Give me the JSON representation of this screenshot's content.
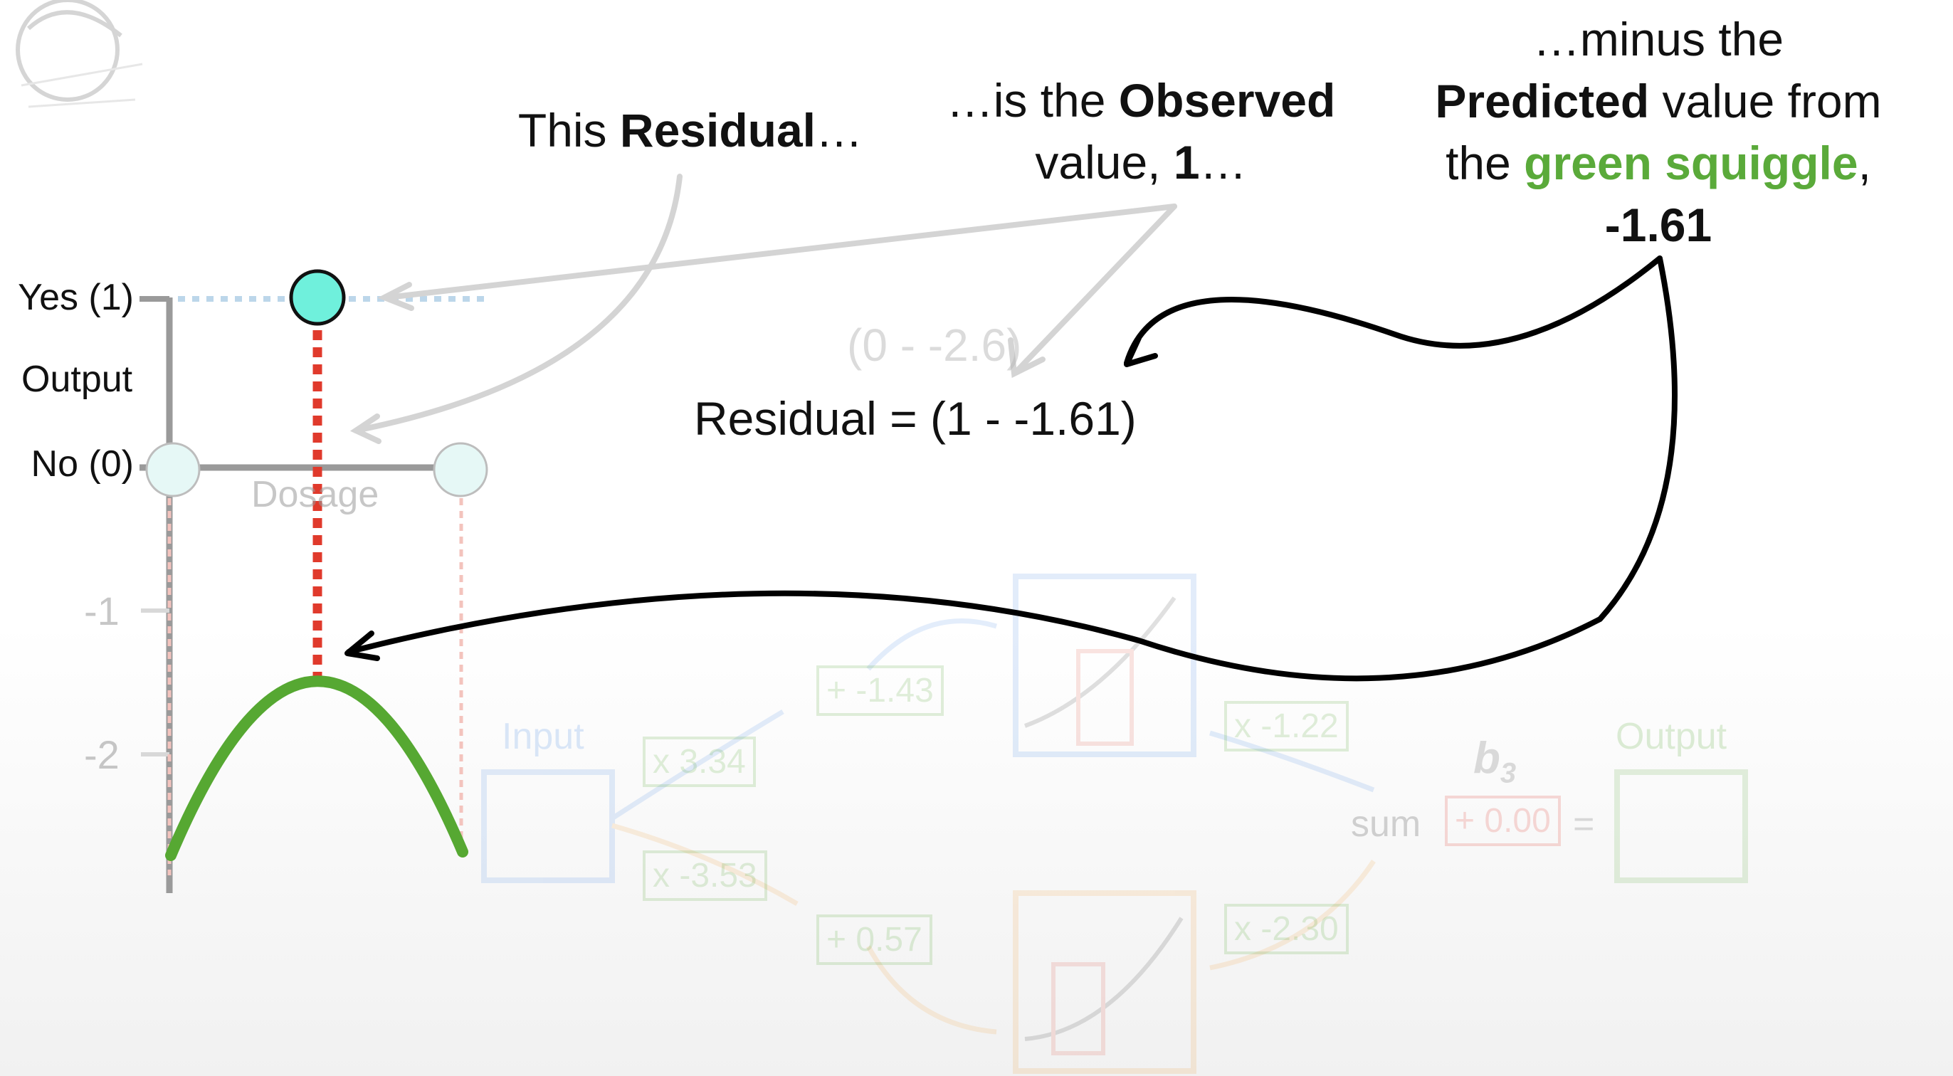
{
  "annotations": {
    "residual": {
      "prefix": "This ",
      "bold": "Residual",
      "suffix": "…"
    },
    "observed": {
      "line1_prefix": "…is the ",
      "line1_bold": "Observed",
      "line2_prefix": "value, ",
      "line2_bold": "1",
      "line2_suffix": "…"
    },
    "predicted": {
      "line1": "…minus the",
      "line2_bold": "Predicted",
      "line2_suffix": " value from",
      "line3_prefix": "the ",
      "line3_green": "green squiggle",
      "line3_suffix": ",",
      "line4_bold": "-1.61"
    }
  },
  "equation": {
    "main": "Residual = (1 - -1.61)",
    "ghost": "(0 - -2.6)"
  },
  "plot": {
    "y_axis_title": "Output",
    "tick_yes": "Yes (1)",
    "tick_no": "No (0)",
    "x_axis_title": "Dosage",
    "lower_ticks": [
      "-1",
      "-2"
    ]
  },
  "network": {
    "input_label": "Input",
    "output_label": "Output",
    "bias_label": "b",
    "bias_sub": "3",
    "sum_label": "sum",
    "weights": [
      "x 3.34",
      "x -3.53",
      "+ -1.43",
      "+ 0.57",
      "x -1.22",
      "x -2.30"
    ],
    "bias_value": "+ 0.00",
    "equals": "="
  },
  "colors": {
    "observed_point": "#6ff0dc",
    "green_squiggle": "#56a832",
    "residual_line": "#e03a2c",
    "arrows": "#000000"
  }
}
